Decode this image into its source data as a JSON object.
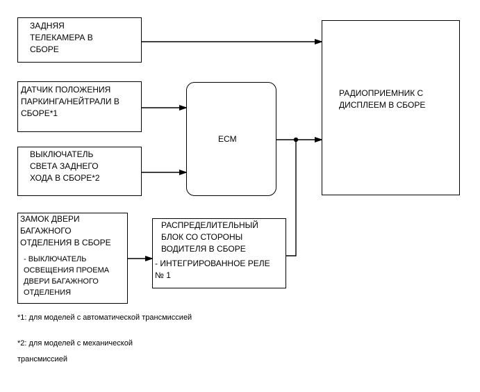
{
  "blocks": {
    "rear_camera": "ЗАДНЯЯ\nТЕЛЕКАМЕРА В\nСБОРЕ",
    "park_neutral_sensor": "ДАТЧИК ПОЛОЖЕНИЯ\nПАРКИНГА/НЕЙТРАЛИ В\nСБОРЕ*1",
    "reverse_light_switch": "ВЫКЛЮЧАТЕЛЬ\nСВЕТА ЗАДНЕГО\nХОДА В СБОРЕ*2",
    "ecm": "ECM",
    "radio": "РАДИОПРИЕМНИК С\nДИСПЛЕЕМ В СБОРЕ",
    "trunk_lock": "ЗАМОК ДВЕРИ\nБАГАЖНОГО\nОТДЕЛЕНИЯ В СБОРЕ",
    "trunk_lock_sub": "- ВЫКЛЮЧАТЕЛЬ\nОСВЕЩЕНИЯ ПРОЕМА\nДВЕРИ БАГАЖНОГО\nОТДЕЛЕНИЯ",
    "junction_block": "РАСПРЕДЕЛИТЕЛЬНЫЙ\nБЛОК СО СТОРОНЫ\nВОДИТЕЛЯ В СБОРЕ",
    "junction_block_sub": "- ИНТЕГРИРОВАННОЕ РЕЛЕ\n№ 1"
  },
  "notes": {
    "note1": "*1: для моделей с автоматической трансмиссией",
    "note2_line1": "*2: для моделей с механической",
    "note2_line2": "трансмиссией"
  }
}
